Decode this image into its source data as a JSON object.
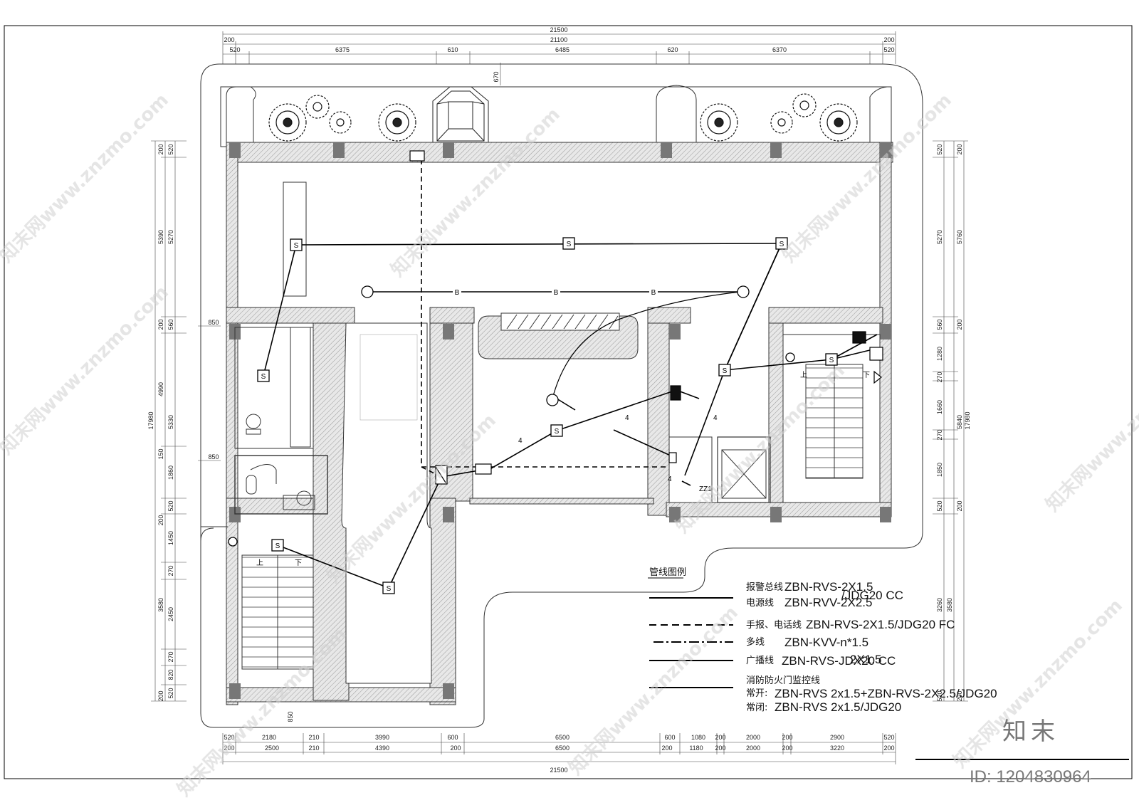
{
  "drawing": {
    "dims_top": {
      "overall": "21500",
      "inner": "21100",
      "edge_left": "200",
      "edge_right": "200",
      "segments": [
        "520",
        "6375",
        "610",
        "6485",
        "620",
        "6370",
        "520"
      ],
      "depth": "670"
    },
    "dims_bottom": {
      "overall": "21500",
      "row1": [
        "520",
        "2180",
        "210",
        "3990",
        "600",
        "6500",
        "600",
        "1080",
        "200",
        "2000",
        "200",
        "2900",
        "520"
      ],
      "row2": [
        "200",
        "2500",
        "210",
        "4390",
        "200",
        "6500",
        "200",
        "1180",
        "200",
        "2000",
        "200",
        "3220",
        "200"
      ],
      "side": "850"
    },
    "dims_left": {
      "overall": "17980",
      "outer": [
        "200",
        "5390",
        "200",
        "4990",
        "150",
        "5330",
        "200",
        "3580",
        "200"
      ],
      "inner": [
        "520",
        "5270",
        "560",
        "1860",
        "520",
        "1450",
        "270",
        "2450",
        "270",
        "820",
        "520"
      ],
      "side_a": "850",
      "side_b": "850"
    },
    "dims_right": {
      "overall": "17980",
      "outer": [
        "200",
        "5760",
        "200",
        "5840",
        "200",
        "3260",
        "200"
      ],
      "inner": [
        "520",
        "5270",
        "560",
        "1280",
        "270",
        "1660",
        "270",
        "1850",
        "520",
        "3580",
        "520"
      ]
    },
    "tags": {
      "switch": "S",
      "bell": "B",
      "count_wires": "4",
      "panel": "ZZ1",
      "up": "上",
      "down": "下"
    }
  },
  "legend": {
    "title": "管线图例",
    "rows": [
      {
        "label": "报警总线",
        "spec": "ZBN-RVS-2X1.5"
      },
      {
        "label": "电源线",
        "spec": "ZBN-RVV-2X2.5",
        "overlap": "/JDG20 CC"
      },
      {
        "label": "手报、电话线",
        "spec": "ZBN-RVS-2X1.5/JDG20 FC"
      },
      {
        "label": "多线",
        "spec": "ZBN-KVV-n*1.5"
      },
      {
        "label": "广播线",
        "spec": "ZBN-RVS-JDX20 CC",
        "overlap": "2X1.5"
      },
      {
        "label": "消防防火门监控线",
        "spec": ""
      },
      {
        "label": "常开:",
        "spec": "ZBN-RVS 2x1.5+ZBN-RVS-2X2.5/JDG20"
      },
      {
        "label": "常闭:",
        "spec": "ZBN-RVS 2x1.5/JDG20"
      }
    ]
  },
  "watermark": {
    "text": "知末网www.znzmo.com",
    "brand": "知末",
    "id": "ID: 1204830964"
  }
}
